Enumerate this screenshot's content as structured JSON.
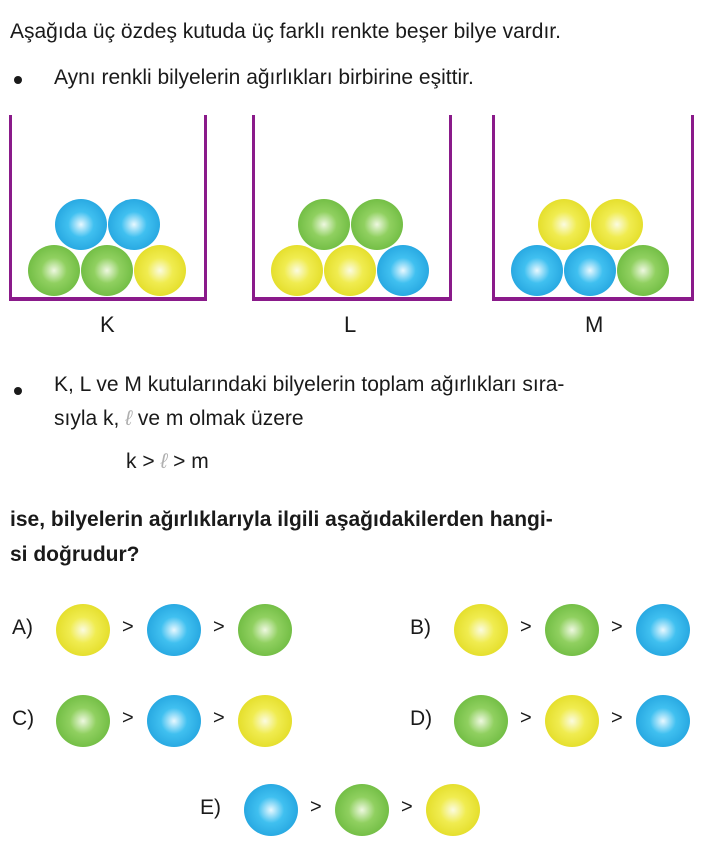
{
  "intro": "Aşağıda üç özdeş kutuda üç farklı renkte beşer bilye vardır.",
  "bullet1": "Aynı renkli bilyelerin ağırlıkları birbirine eşittir.",
  "boxes": [
    {
      "label": "K",
      "top": [
        "blue",
        "blue"
      ],
      "bottom": [
        "green",
        "green",
        "yellow"
      ]
    },
    {
      "label": "L",
      "top": [
        "green",
        "green"
      ],
      "bottom": [
        "yellow",
        "yellow",
        "blue"
      ]
    },
    {
      "label": "M",
      "top": [
        "yellow",
        "yellow"
      ],
      "bottom": [
        "blue",
        "blue",
        "green"
      ]
    }
  ],
  "bullet2_line1": "K, L ve M kutularındaki bilyelerin toplam ağırlıkları sıra-",
  "bullet2_line2a": "sıyla k,",
  "ell": "ℓ",
  "bullet2_line2b": "ve m olmak üzere",
  "relation": {
    "k": "k >",
    "ell": "ℓ",
    "m": "> m"
  },
  "question_line1": "ise, bilyelerin ağırlıklarıyla ilgili aşağıdakilerden hangi-",
  "question_line2": "si doğrudur?",
  "gt": ">",
  "options": [
    {
      "label": "A)",
      "order": [
        "yellow",
        "blue",
        "green"
      ]
    },
    {
      "label": "B)",
      "order": [
        "yellow",
        "green",
        "blue"
      ]
    },
    {
      "label": "C)",
      "order": [
        "green",
        "blue",
        "yellow"
      ]
    },
    {
      "label": "D)",
      "order": [
        "green",
        "yellow",
        "blue"
      ]
    },
    {
      "label": "E)",
      "order": [
        "blue",
        "green",
        "yellow"
      ]
    }
  ],
  "colors": {
    "yellow": "#e8e020",
    "blue": "#1aa8e0",
    "green": "#6cc040",
    "box": "#8a1a8a"
  }
}
